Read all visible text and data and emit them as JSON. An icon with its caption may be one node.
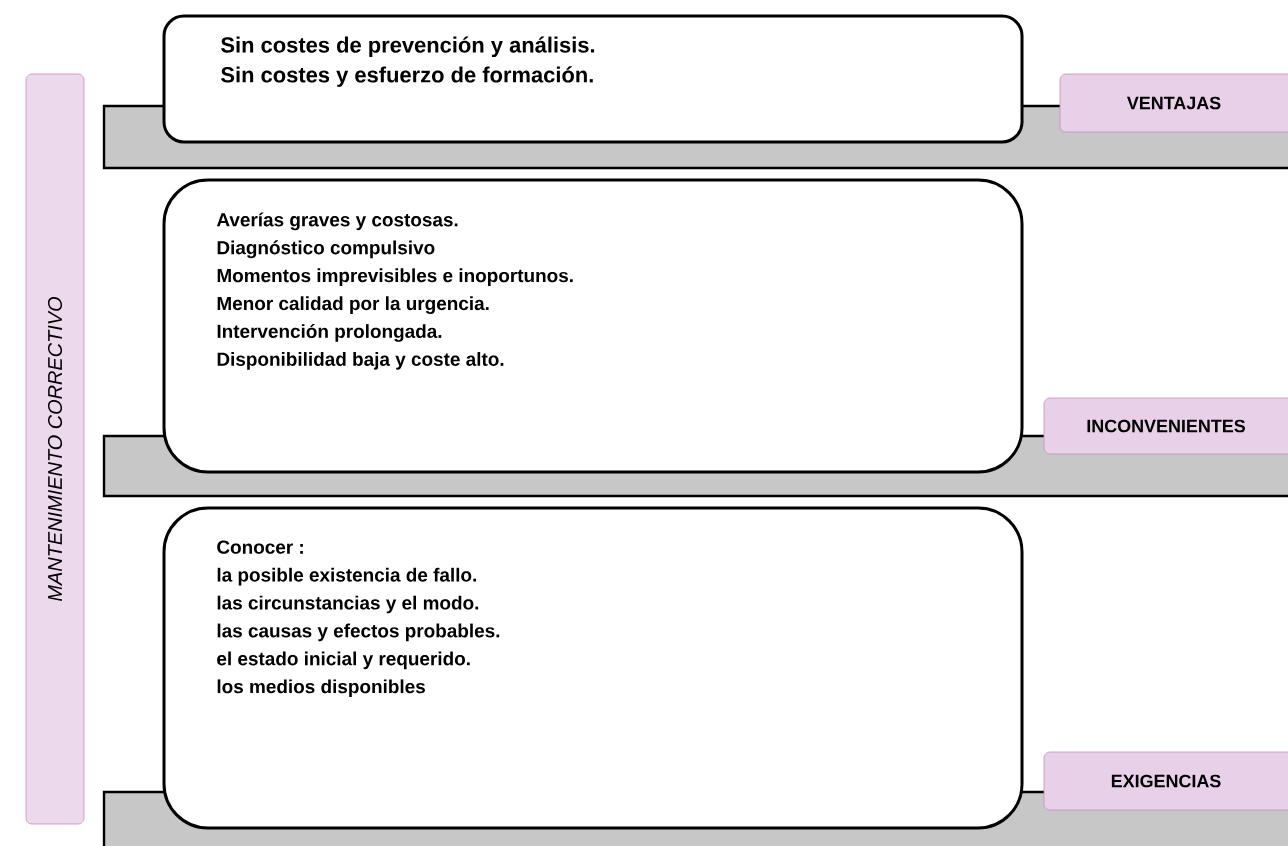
{
  "diagram": {
    "nodes": [
      {
        "text": [
          "MANTENIMIENTO CORRECTIVO"
        ]
      },
      {
        "text": [
          "Sin costes de prevención y análisis.",
          "Sin costes y esfuerzo de formación."
        ]
      },
      {
        "text": [
          "VENTAJAS"
        ]
      },
      {
        "text": [
          "Averías graves y costosas.",
          "Diagnóstico compulsivo",
          "Momentos imprevisibles e inoportunos.",
          "Menor calidad por la urgencia.",
          "Intervención prolongada.",
          "Disponibilidad baja y coste alto."
        ]
      },
      {
        "text": [
          "INCONVENIENTES"
        ]
      },
      {
        "text": [
          "Conocer :",
          "la posible existencia de fallo.",
          "las circunstancias y el modo.",
          "las causas y efectos probables.",
          "el estado inicial y requerido.",
          "los medios disponibles"
        ]
      },
      {
        "text": [
          "EXIGENCIAS"
        ]
      }
    ],
    "edges": []
  }
}
